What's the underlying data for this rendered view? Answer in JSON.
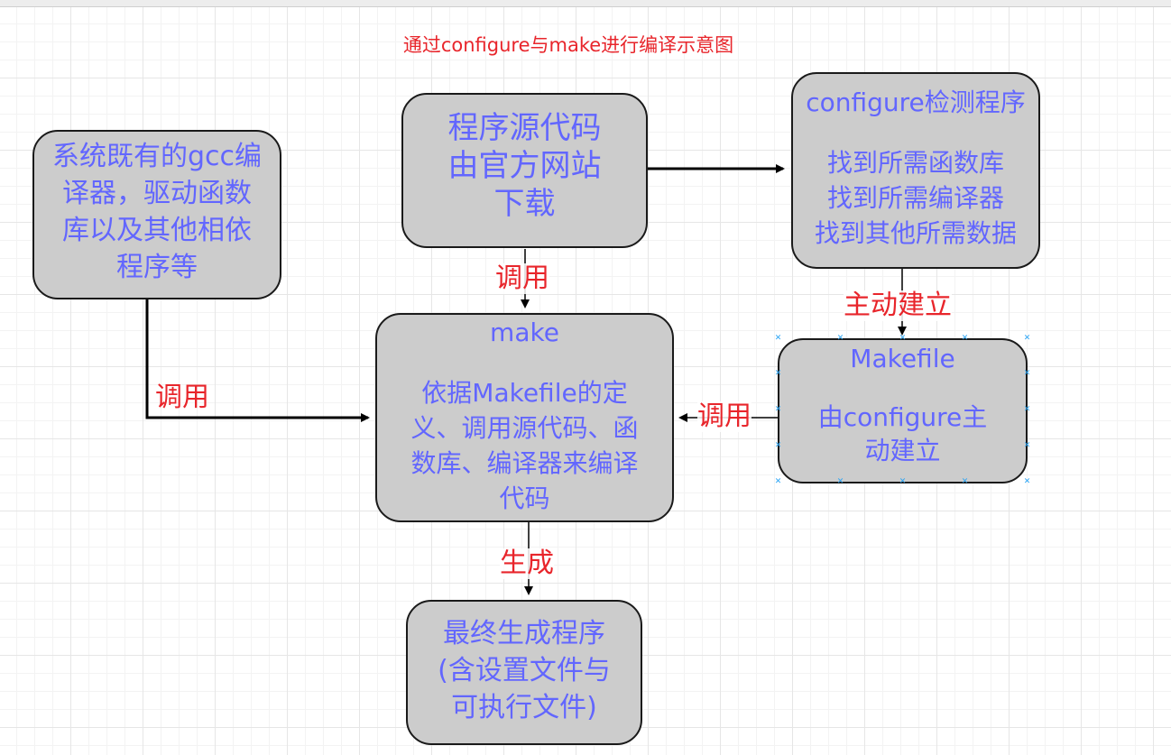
{
  "diagram": {
    "title": "通过configure与make进行编译示意图",
    "nodes": {
      "gcc": {
        "lines": [
          "系统既有的gcc编",
          "译器，驱动函数",
          "库以及其他相依",
          "程序等"
        ]
      },
      "source": {
        "lines": [
          "程序源代码",
          "由官方网站",
          "下载"
        ]
      },
      "configure": {
        "heading": "configure检测程序",
        "lines": [
          "找到所需函数库",
          "找到所需编译器",
          "找到其他所需数据"
        ]
      },
      "make": {
        "heading": "make",
        "lines": [
          "依据Makefile的定",
          "义、调用源代码、函",
          "数库、编译器来编译",
          "代码"
        ]
      },
      "makefile": {
        "heading": "Makefile",
        "lines": [
          "由configure主",
          "动建立"
        ]
      },
      "final": {
        "lines": [
          "最终生成程序",
          "(含设置文件与",
          "可执行文件)"
        ]
      }
    },
    "edges": {
      "source_to_make": "调用",
      "gcc_to_make": "调用",
      "configure_to_makefile": "主动建立",
      "makefile_to_make": "调用",
      "make_to_final": "生成"
    },
    "colors": {
      "title": "#e8252b",
      "node_text": "#6266ff",
      "node_fill": "#cccccc",
      "edge_label": "#e8252b",
      "selection_handle": "#2aa4f4"
    }
  }
}
